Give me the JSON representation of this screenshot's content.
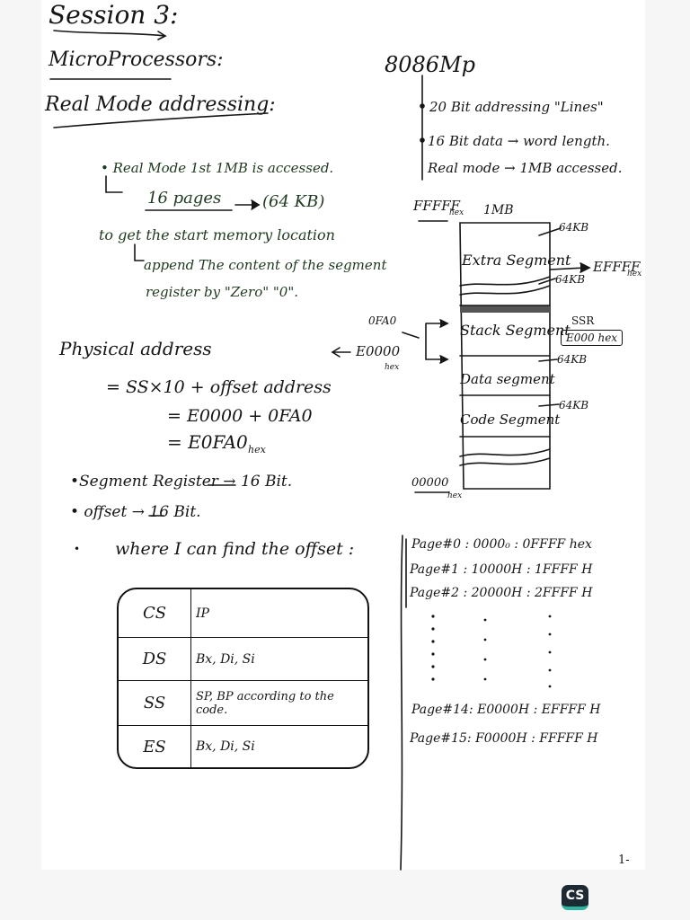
{
  "heading": {
    "session": "Session 3:",
    "course": "MicroProcessors:",
    "topic": "Real Mode addressing:"
  },
  "cpu": {
    "name": "8086Mp",
    "features": [
      "20 Bit addressing \"Lines\"",
      "16 Bit data → word length.",
      "Real mode → 1MB accessed."
    ]
  },
  "notes": {
    "real_mode": "• Real Mode 1st 1MB is accessed.",
    "pages": "16 pages",
    "pages_size": "(64 KB)",
    "to_get_1": "to get the start memory location",
    "to_get_2": "append The content of the segment",
    "to_get_3": "register by \"Zero\" \"0\"."
  },
  "physical": {
    "title": "Physical address",
    "line1": "= SS×10 + offset address",
    "line2": "= E0000 + 0FA0",
    "line3": "= E0FA0",
    "line3_sub": "hex"
  },
  "bullets": [
    "•Segment Register → 16 Bit.",
    "• offset → 16 Bit."
  ],
  "where_offset": "where I can find the offset :",
  "memory_map": {
    "top_addr": "FFFFF",
    "top_addr_sub": "hex",
    "size_label": "1MB",
    "bottom_addr": "00000",
    "bottom_addr_sub": "hex",
    "segments": [
      "Extra Segment",
      "Stack Segment",
      "Data segment",
      "Code Segment"
    ],
    "right_labels": [
      "64KB",
      "64KB",
      "64KB",
      "64KB"
    ],
    "right_addr": "EFFFF",
    "right_addr_sub": "hex",
    "ssr_label": "SSR",
    "ssr_value": "E000 hex",
    "offset_label": "0FA0",
    "left_addr": "E0000",
    "left_addr_sub": "hex"
  },
  "register_table": {
    "rows": [
      {
        "seg": "CS",
        "regs": "IP"
      },
      {
        "seg": "DS",
        "regs": "Bx, Di, Si"
      },
      {
        "seg": "SS",
        "regs": "SP, BP  according to the code."
      },
      {
        "seg": "ES",
        "regs": "Bx, Di, Si"
      }
    ]
  },
  "pages_list": [
    "Page#0 : 0000₀ : 0FFFF hex",
    "Page#1 : 10000H : 1FFFF H",
    "Page#2 : 20000H : 2FFFF H",
    "Page#14: E0000H : EFFFF H",
    "Page#15: F0000H : FFFFF H"
  ],
  "page_number": "1-",
  "cs_badge": "CS",
  "colors": {
    "ink": "#161616",
    "paper": "#ffffff",
    "badge": "#1e2a33",
    "badge_accent": "#2bb5a0"
  }
}
